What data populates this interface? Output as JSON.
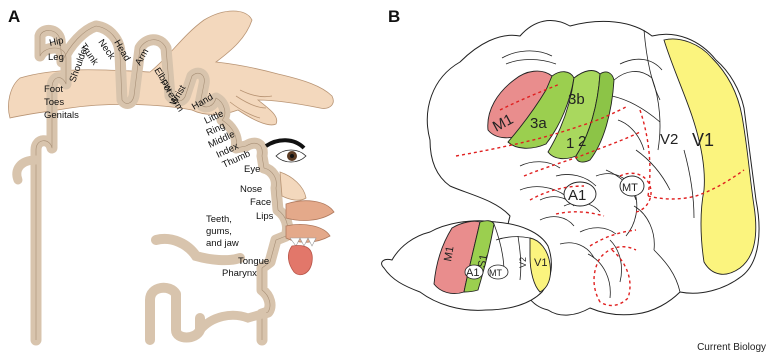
{
  "figure": {
    "panel_a_letter": "A",
    "panel_b_letter": "B",
    "credit": "Current Biology"
  },
  "homunculus": {
    "labels": {
      "hip": "Hip",
      "leg": "Leg",
      "trunk": "Trunk",
      "neck": "Neck",
      "head": "Head",
      "shoulder": "Shoulder",
      "arm": "Arm",
      "elbow": "Elbow",
      "forearm": "Forearm",
      "wrist": "Wrist",
      "hand": "Hand",
      "little": "Little",
      "ring": "Ring",
      "middle": "Middle",
      "index": "Index",
      "thumb": "Thumb",
      "foot": "Foot",
      "toes": "Toes",
      "genitals": "Genitals",
      "eye": "Eye",
      "nose": "Nose",
      "face": "Face",
      "lips": "Lips",
      "teeth_1": "Teeth,",
      "teeth_2": "gums,",
      "teeth_3": "and jaw",
      "tongue": "Tongue",
      "pharynx": "Pharynx"
    }
  },
  "flatmap_large": {
    "m1": "M1",
    "a3a": "3a",
    "a3b": "3b",
    "a1_area": "1",
    "a2_area": "2",
    "v1": "V1",
    "v2": "V2",
    "auditory": "A1",
    "mt": "MT"
  },
  "flatmap_small": {
    "m1": "M1",
    "s1": "S1",
    "auditory": "A1",
    "mt": "MT",
    "v2": "V2",
    "v1": "V1"
  },
  "colors": {
    "motor": "#e98d8d",
    "somatosensory": "#9bcf4f",
    "visual": "#fbf47e",
    "cortex_tan": "#d8c4ad",
    "skin": "#f3d8bd",
    "outline": "#222222",
    "boundary_dash": "#e02020"
  }
}
